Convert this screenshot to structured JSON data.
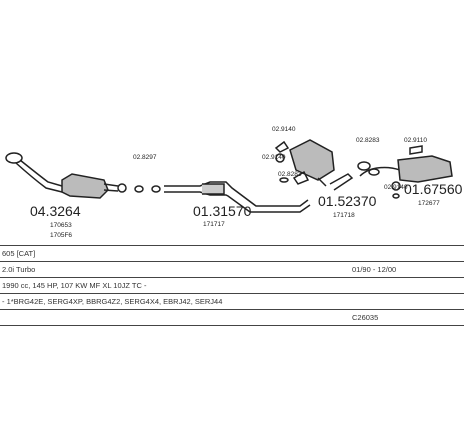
{
  "parts": [
    {
      "main": "04.3264",
      "codes": [
        "170653",
        "1705F6"
      ]
    },
    {
      "main": "01.31570",
      "codes": [
        "171717"
      ]
    },
    {
      "main": "01.52370",
      "codes": [
        "171718"
      ]
    },
    {
      "main": "01.67560",
      "codes": [
        "172677"
      ]
    }
  ],
  "small_codes": [
    "02.8297",
    "02.9140",
    "02.9140",
    "02.8283",
    "02.8283",
    "02.9110",
    "02.9140"
  ],
  "info_rows": [
    {
      "left": "605  [CAT]",
      "right": ""
    },
    {
      "left": "2.0i Turbo",
      "right": "01/90 - 12/00"
    },
    {
      "left": "1990 cc, 145 HP, 107 KW MF XL 10JZ TC -",
      "right": ""
    },
    {
      "left": "- 1*BRG42E, SERG4XP, BBRG4Z2, SERG4X4, EBRJ42, SERJ44",
      "right": ""
    },
    {
      "left": "",
      "right": "C26035"
    }
  ]
}
